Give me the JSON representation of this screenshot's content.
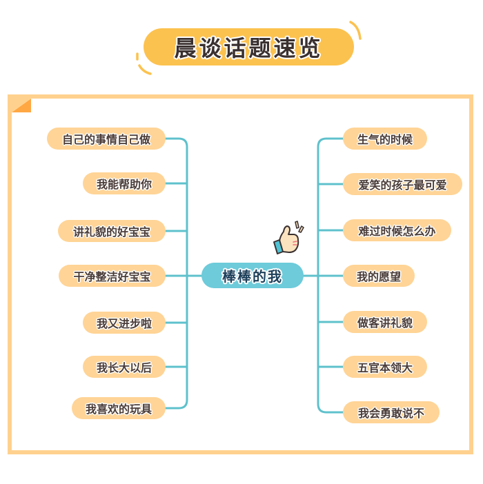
{
  "header": {
    "title": "晨谈话题速览"
  },
  "mindmap": {
    "center": {
      "label": "棒棒的我",
      "icon": "thumbs-up-icon"
    },
    "left_branches": [
      {
        "label": "自己的事情自己做"
      },
      {
        "label": "我能帮助你"
      },
      {
        "label": "讲礼貌的好宝宝"
      },
      {
        "label": "干净整洁好宝宝"
      },
      {
        "label": "我又进步啦"
      },
      {
        "label": "我长大以后"
      },
      {
        "label": "我喜欢的玩具"
      }
    ],
    "right_branches": [
      {
        "label": "生气的时候"
      },
      {
        "label": "爱笑的孩子最可爱"
      },
      {
        "label": "难过时候怎么办"
      },
      {
        "label": "我的愿望"
      },
      {
        "label": "做客讲礼貌"
      },
      {
        "label": "五官本领大"
      },
      {
        "label": "我会勇敢说不"
      }
    ]
  },
  "colors": {
    "title_bg": "#fcc24f",
    "frame": "#ffd18e",
    "corner": "#ffa743",
    "node_bg": "#ffd496",
    "connector": "#5ec1cc",
    "center_bg": "#6dcbda",
    "center_text": "#1d3f5a",
    "text": "#4a3c38"
  }
}
